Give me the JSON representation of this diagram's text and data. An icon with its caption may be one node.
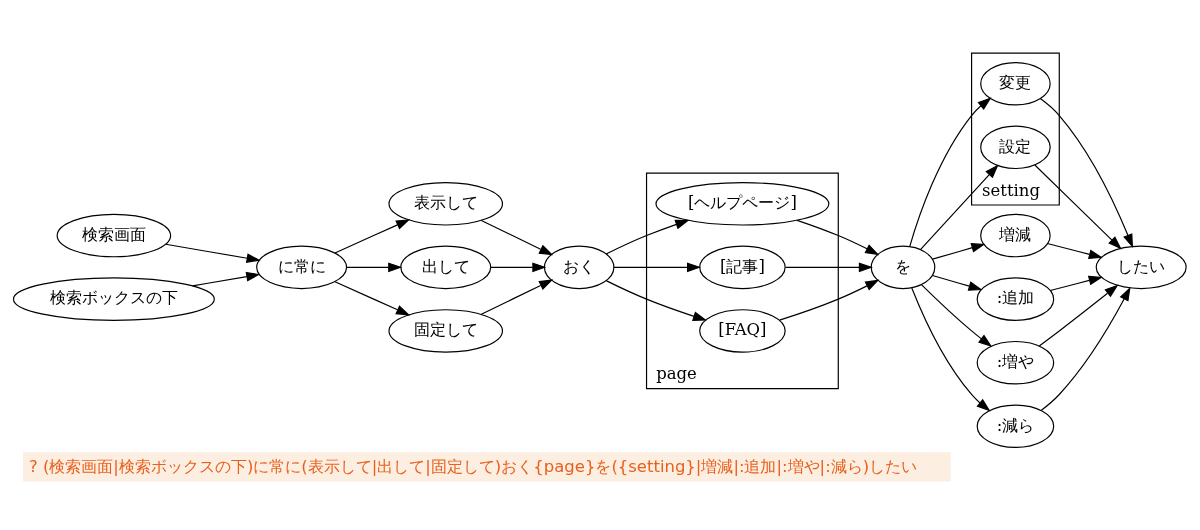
{
  "diagram": {
    "caption": "? (検索画面|検索ボックスの下)に常に(表示して|出して|固定して)おく{page}を({setting}|増減|:追加|:増や|:減ら)したい",
    "nodes": [
      {
        "text": [
          "検索画面"
        ]
      },
      {
        "text": [
          "検索ボックスの下"
        ]
      },
      {
        "text": [
          "に常に"
        ]
      },
      {
        "text": [
          "表示して"
        ]
      },
      {
        "text": [
          "出して"
        ]
      },
      {
        "text": [
          "固定して"
        ]
      },
      {
        "text": [
          "おく"
        ]
      },
      {
        "text": [
          "page"
        ]
      },
      {
        "text": [
          "[ヘルプページ]"
        ],
        "in": 7
      },
      {
        "text": [
          "[記事]"
        ],
        "in": 7
      },
      {
        "text": [
          "[FAQ]"
        ],
        "in": 7
      },
      {
        "text": [
          "を"
        ]
      },
      {
        "text": [
          "setting"
        ]
      },
      {
        "text": [
          "変更"
        ],
        "in": 12
      },
      {
        "text": [
          "設定"
        ],
        "in": 12
      },
      {
        "text": [
          "増減"
        ]
      },
      {
        "text": [
          ":追加"
        ]
      },
      {
        "text": [
          ":増や"
        ]
      },
      {
        "text": [
          ":減ら"
        ]
      },
      {
        "text": [
          "したい"
        ]
      }
    ],
    "edges": [
      {
        "from": 0,
        "to": 2,
        "arrow": "to"
      },
      {
        "from": 1,
        "to": 2,
        "arrow": "to"
      },
      {
        "from": 2,
        "to": 3,
        "arrow": "to"
      },
      {
        "from": 2,
        "to": 4,
        "arrow": "to"
      },
      {
        "from": 2,
        "to": 5,
        "arrow": "to"
      },
      {
        "from": 3,
        "to": 6,
        "arrow": "to"
      },
      {
        "from": 4,
        "to": 6,
        "arrow": "to"
      },
      {
        "from": 5,
        "to": 6,
        "arrow": "to"
      },
      {
        "from": 6,
        "to": 8,
        "arrow": "to"
      },
      {
        "from": 6,
        "to": 9,
        "arrow": "to"
      },
      {
        "from": 6,
        "to": 10,
        "arrow": "to"
      },
      {
        "from": 8,
        "to": 11,
        "arrow": "to"
      },
      {
        "from": 9,
        "to": 11,
        "arrow": "to"
      },
      {
        "from": 10,
        "to": 11,
        "arrow": "to"
      },
      {
        "from": 11,
        "to": 13,
        "arrow": "to"
      },
      {
        "from": 11,
        "to": 14,
        "arrow": "to"
      },
      {
        "from": 11,
        "to": 15,
        "arrow": "to"
      },
      {
        "from": 11,
        "to": 16,
        "arrow": "to"
      },
      {
        "from": 11,
        "to": 17,
        "arrow": "to"
      },
      {
        "from": 11,
        "to": 18,
        "arrow": "to"
      },
      {
        "from": 13,
        "to": 19,
        "arrow": "to"
      },
      {
        "from": 14,
        "to": 19,
        "arrow": "to"
      },
      {
        "from": 15,
        "to": 19,
        "arrow": "to"
      },
      {
        "from": 16,
        "to": 19,
        "arrow": "to"
      },
      {
        "from": 17,
        "to": 19,
        "arrow": "to"
      },
      {
        "from": 18,
        "to": 19,
        "arrow": "to"
      }
    ]
  }
}
